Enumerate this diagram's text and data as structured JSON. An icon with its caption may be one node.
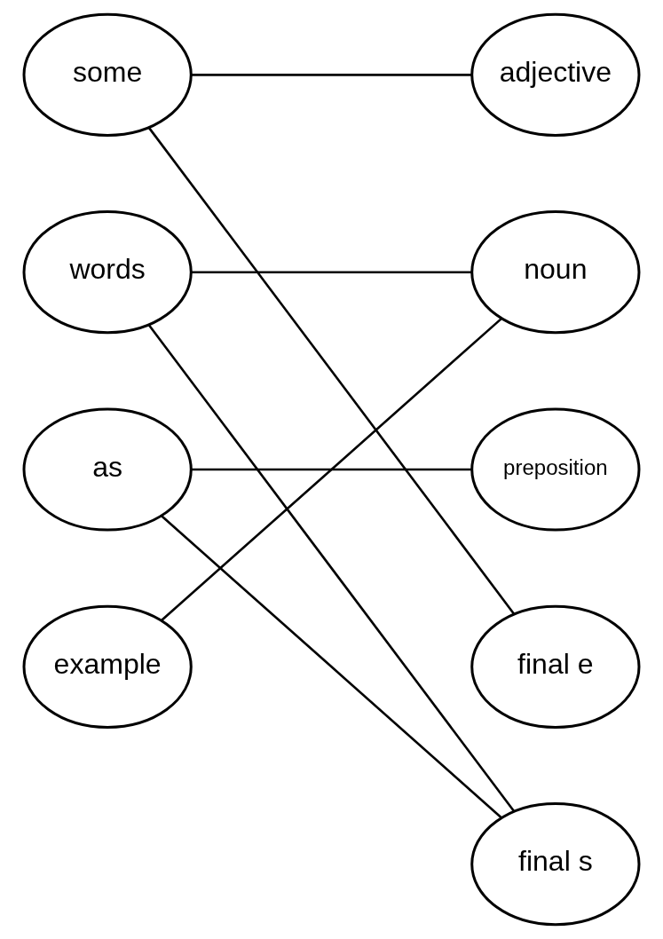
{
  "diagram": {
    "nodes": [
      {
        "text": [
          "some"
        ]
      },
      {
        "text": [
          "words"
        ]
      },
      {
        "text": [
          "as"
        ]
      },
      {
        "text": [
          "example"
        ]
      },
      {
        "text": [
          "adjective"
        ]
      },
      {
        "text": [
          "noun"
        ]
      },
      {
        "text": [
          "preposition"
        ]
      },
      {
        "text": [
          "final e"
        ]
      },
      {
        "text": [
          "final s"
        ]
      }
    ],
    "edges": [
      {
        "from": 0,
        "to": 4,
        "arrow": "none"
      },
      {
        "from": 0,
        "to": 7,
        "arrow": "none"
      },
      {
        "from": 1,
        "to": 5,
        "arrow": "none"
      },
      {
        "from": 1,
        "to": 8,
        "arrow": "none"
      },
      {
        "from": 2,
        "to": 6,
        "arrow": "none"
      },
      {
        "from": 2,
        "to": 8,
        "arrow": "none"
      },
      {
        "from": 3,
        "to": 5,
        "arrow": "none"
      }
    ]
  }
}
